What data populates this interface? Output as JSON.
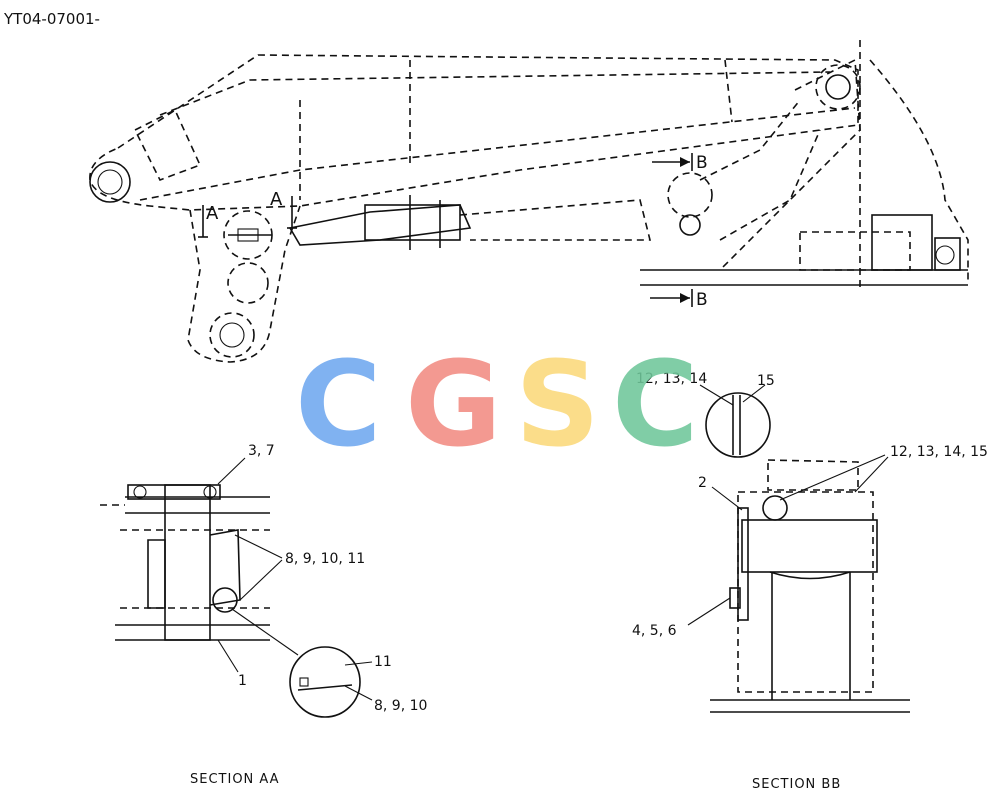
{
  "doc_code": "YT04-07001-",
  "section_aa": {
    "title": "SECTION AA",
    "callouts": {
      "top": "3, 7",
      "mid": "8, 9, 10, 11",
      "bottom": "1",
      "detail_top": "11",
      "detail_bottom": "8, 9, 10"
    }
  },
  "section_bb": {
    "title": "SECTION BB",
    "callouts": {
      "detail_left": "12, 13, 14",
      "detail_right": "15",
      "right": "12, 13, 14, 15",
      "left": "2",
      "bottom": "4, 5, 6"
    }
  },
  "markers": {
    "a_left": "A",
    "a_right": "A",
    "b_top": "B",
    "b_bottom": "B"
  },
  "watermark": {
    "letters": [
      "C",
      "G",
      "S",
      "C"
    ],
    "colors": [
      "#6fa8f0",
      "#f28c82",
      "#fbd97a",
      "#6fc79a"
    ]
  }
}
